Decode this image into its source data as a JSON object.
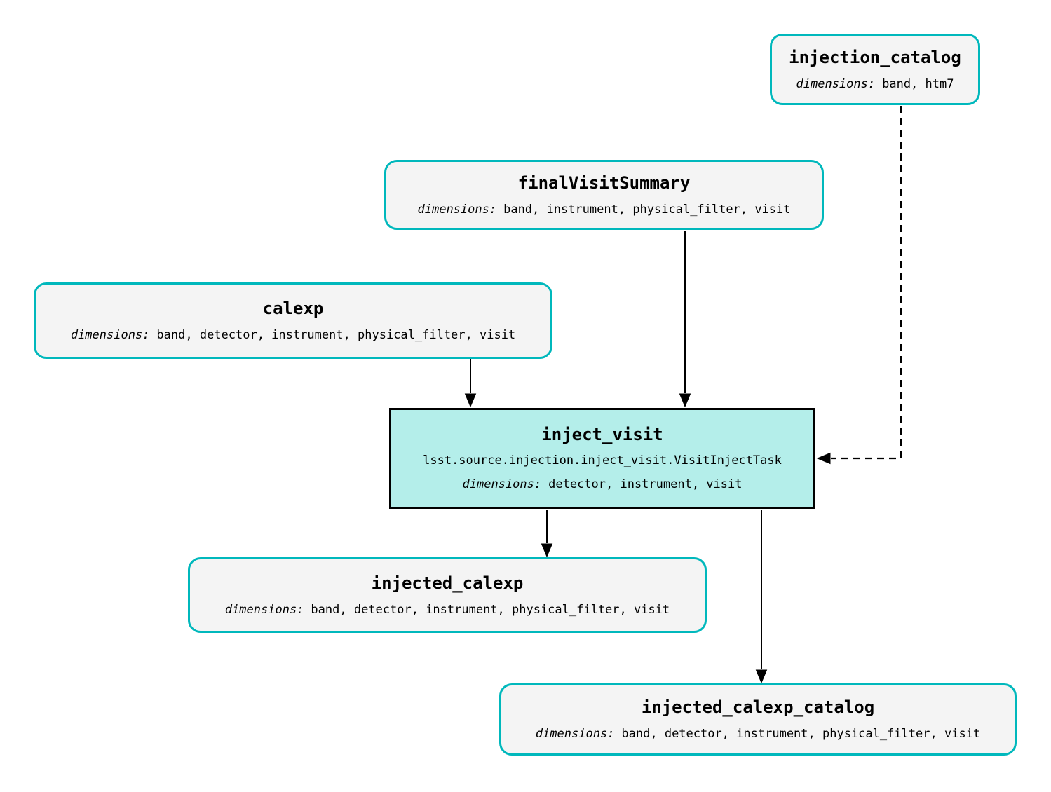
{
  "colors": {
    "background": "#ffffff",
    "dataset_fill": "#f4f4f4",
    "dataset_border": "#00b8bc",
    "task_fill": "#b4eeea",
    "task_border": "#000000",
    "edge": "#000000",
    "text": "#000000"
  },
  "nodes": {
    "injection_catalog": {
      "title": "injection_catalog",
      "dimensions_label": "dimensions:",
      "dimensions_value": "band, htm7"
    },
    "finalVisitSummary": {
      "title": "finalVisitSummary",
      "dimensions_label": "dimensions:",
      "dimensions_value": "band, instrument, physical_filter, visit"
    },
    "calexp": {
      "title": "calexp",
      "dimensions_label": "dimensions:",
      "dimensions_value": "band, detector, instrument, physical_filter, visit"
    },
    "inject_visit": {
      "title": "inject_visit",
      "task_class": "lsst.source.injection.inject_visit.VisitInjectTask",
      "dimensions_label": "dimensions:",
      "dimensions_value": "detector, instrument, visit"
    },
    "injected_calexp": {
      "title": "injected_calexp",
      "dimensions_label": "dimensions:",
      "dimensions_value": "band, detector, instrument, physical_filter, visit"
    },
    "injected_calexp_catalog": {
      "title": "injected_calexp_catalog",
      "dimensions_label": "dimensions:",
      "dimensions_value": "band, detector, instrument, physical_filter, visit"
    }
  },
  "edges": [
    {
      "from": "calexp",
      "to": "inject_visit",
      "style": "solid"
    },
    {
      "from": "finalVisitSummary",
      "to": "inject_visit",
      "style": "solid"
    },
    {
      "from": "injection_catalog",
      "to": "inject_visit",
      "style": "dashed"
    },
    {
      "from": "inject_visit",
      "to": "injected_calexp",
      "style": "solid"
    },
    {
      "from": "inject_visit",
      "to": "injected_calexp_catalog",
      "style": "solid"
    }
  ]
}
